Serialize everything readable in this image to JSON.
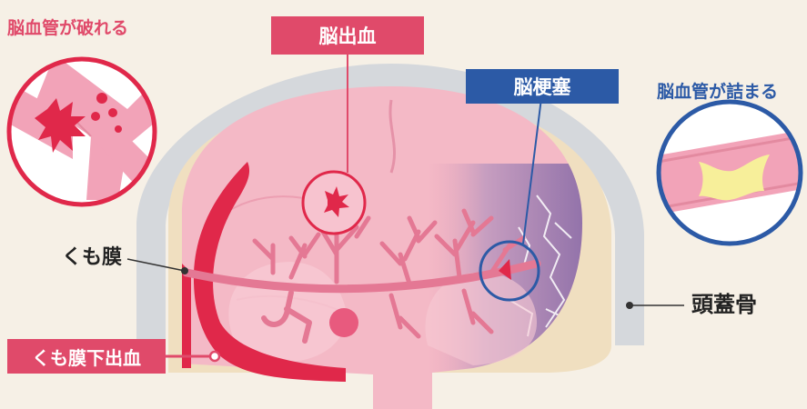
{
  "labels": {
    "rupture": "脳血管が破れる",
    "hemorrhage": "脳出血",
    "infarction": "脳梗塞",
    "blockage": "脳血管が詰まる",
    "arachnoid": "くも膜",
    "subarachnoid": "くも膜下出血",
    "skull": "頭蓋骨"
  },
  "colors": {
    "background": "#f6f0e6",
    "hemorrhage_red": "#e0284a",
    "label_pink": "#e04a6a",
    "infarction_blue": "#2c5aa6",
    "brain_pink": "#f4b9c6",
    "skull_gray": "#d5d8dc",
    "dura_beige": "#f0dfc0",
    "infarct_purple": "#8e6fa8"
  }
}
